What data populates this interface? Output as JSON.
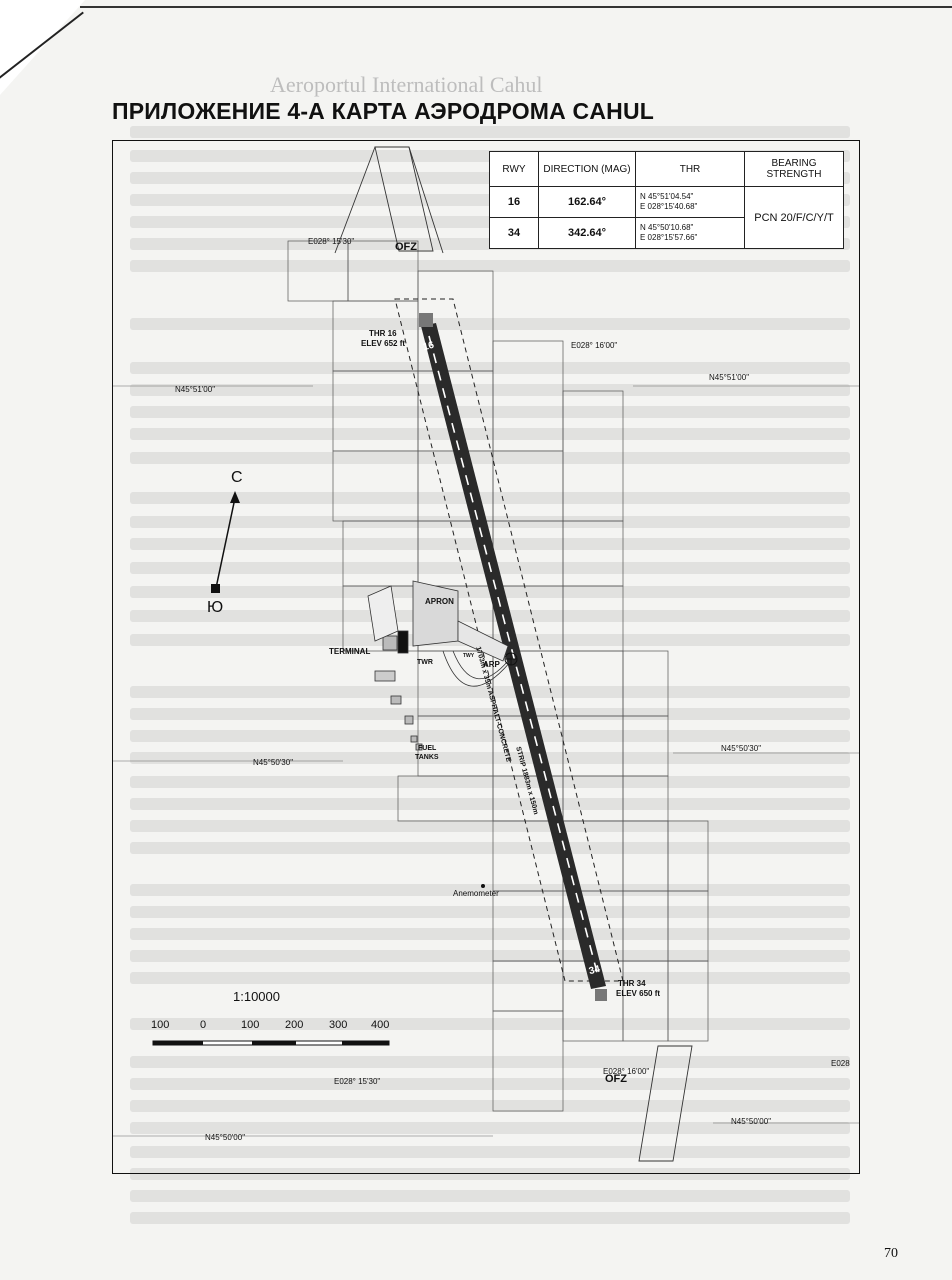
{
  "header": {
    "ghost_title": "Aeroportul International Cahul"
  },
  "document": {
    "title": "ПРИЛОЖЕНИЕ 4-А   КАРТА АЭРОДРОМА CAHUL",
    "page_number": "70"
  },
  "runway_table": {
    "headers": [
      "RWY",
      "DIRECTION (MAG)",
      "THR",
      "BEARING STRENGTH"
    ],
    "rows": [
      {
        "rwy": "16",
        "direction": "162.64°",
        "thr_lat": "N 45°51'04.54\"",
        "thr_lon": "E 028°15'40.68\""
      },
      {
        "rwy": "34",
        "direction": "342.64°",
        "thr_lat": "N 45°50'10.68\"",
        "thr_lon": "E 028°15'57.66\""
      }
    ],
    "bearing_strength": "PCN 20/F/C/Y/T"
  },
  "map": {
    "coords": {
      "e_top_left": "E028° 15'30\"",
      "e_top_right": "E028° 16'00\"",
      "e_bottom_left": "E028° 15'30\"",
      "e_bottom_right": "E028° 16'00\"",
      "e_right_edge": "E028",
      "n_51_left": "N45°51'00\"",
      "n_51_right": "N45°51'00\"",
      "n_5030_left": "N45°50'30\"",
      "n_5030_right": "N45°50'30\"",
      "n_50_left": "N45°50'00\"",
      "n_50_right": "N45°50'00\""
    },
    "labels": {
      "ofz_top": "OFZ",
      "ofz_bottom": "OFZ",
      "thr16": "THR 16",
      "elev16": "ELEV 652 ft",
      "thr34": "THR 34",
      "elev34": "ELEV 650 ft",
      "rwy16": "16",
      "rwy34": "34",
      "runway_desc": "1703m x 35m ASPHALT-CONCRETE",
      "strip_desc": "STRIP 1883m x 150m",
      "apron": "APRON",
      "terminal": "TERMINAL",
      "twr": "TWR",
      "arp": "ARP",
      "twy": "TWY",
      "fuel_tanks_1": "FUEL",
      "fuel_tanks_2": "TANKS",
      "anemometer": "Anemometer",
      "north": "С",
      "south": "Ю"
    },
    "scale": {
      "ratio": "1:10000",
      "ticks": [
        "100",
        "0",
        "100",
        "200",
        "300",
        "400"
      ]
    }
  }
}
